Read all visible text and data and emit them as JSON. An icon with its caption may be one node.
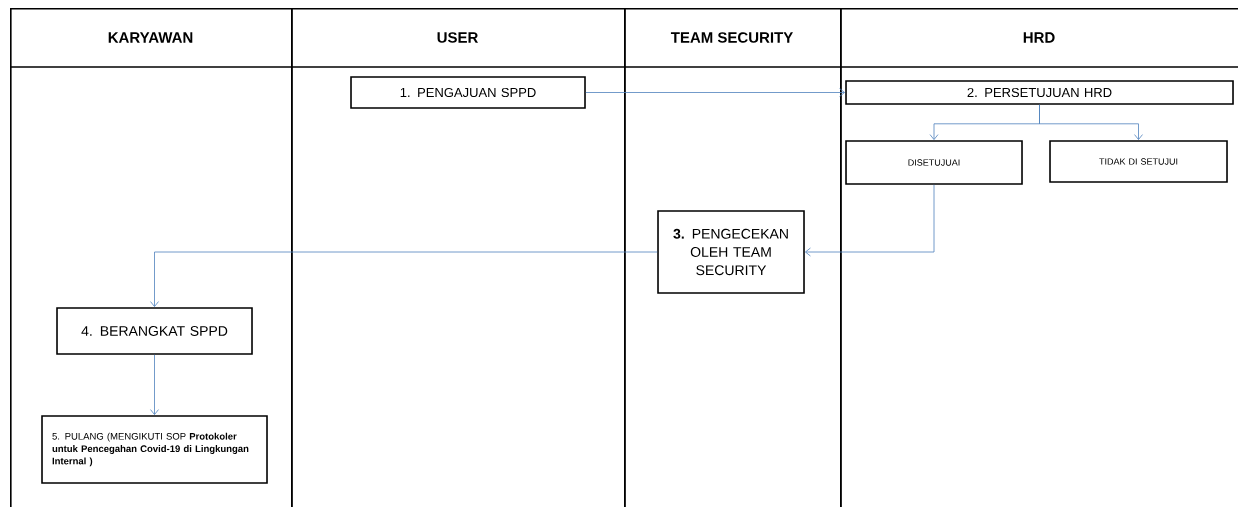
{
  "diagram": {
    "nodes": [
      {
        "text": [
          "KARYAWAN"
        ]
      },
      {
        "text": [
          "USER"
        ]
      },
      {
        "text": [
          "TEAM SECURITY"
        ]
      },
      {
        "text": [
          "HRD"
        ]
      },
      {
        "text": [
          "1. PENGAJUAN SPPD"
        ],
        "in": 1
      },
      {
        "text": [
          "2. PERSETUJUAN HRD"
        ],
        "in": 3
      },
      {
        "text": [
          "DISETUJUAI"
        ],
        "in": 3
      },
      {
        "text": [
          "TIDAK DI SETUJUI"
        ],
        "in": 3
      },
      {
        "text": [
          "**3.** PENGECEKAN OLEH TEAM SECURITY"
        ],
        "in": 2
      },
      {
        "text": [
          "4. BERANGKAT SPPD"
        ],
        "in": 0
      },
      {
        "text": [
          "5. PULANG (MENGIKUTI SOP **Protokoler untuk Pencegahan Covid-19 di Lingkungan Internal )**"
        ],
        "in": 0
      }
    ],
    "edges": [
      {
        "from": 4,
        "to": 5,
        "arrow": "to"
      },
      {
        "from": 5,
        "to": 6,
        "arrow": "to"
      },
      {
        "from": 5,
        "to": 7,
        "arrow": "to"
      },
      {
        "from": 6,
        "to": 8,
        "arrow": "to"
      },
      {
        "from": 8,
        "to": 9,
        "arrow": "to"
      },
      {
        "from": 9,
        "to": 10,
        "arrow": "to"
      }
    ]
  }
}
